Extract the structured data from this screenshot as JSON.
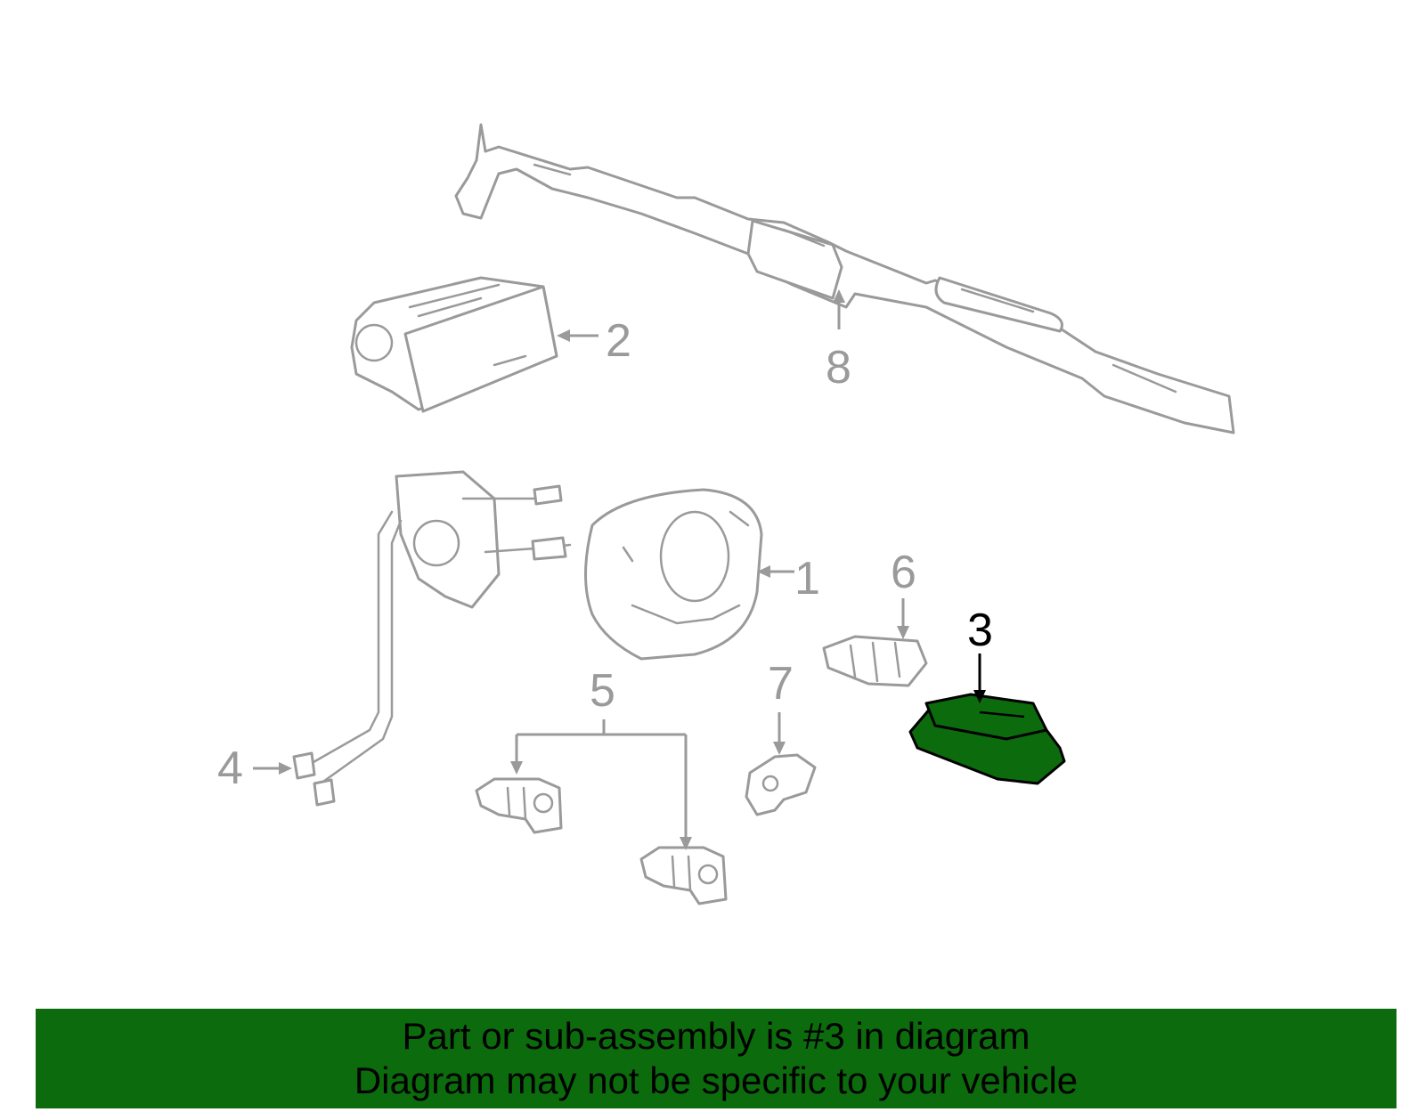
{
  "colors": {
    "part_outline": "#9a9a9a",
    "highlight_fill": "#0c6b0c",
    "highlight_outline": "#000000",
    "banner_background": "#0c6b0c",
    "banner_text": "#000000"
  },
  "callouts": [
    {
      "id": "1",
      "label": "1"
    },
    {
      "id": "2",
      "label": "2"
    },
    {
      "id": "3",
      "label": "3",
      "highlighted": true
    },
    {
      "id": "4",
      "label": "4"
    },
    {
      "id": "5",
      "label": "5"
    },
    {
      "id": "6",
      "label": "6"
    },
    {
      "id": "7",
      "label": "7"
    },
    {
      "id": "8",
      "label": "8"
    }
  ],
  "banner": {
    "line1": "Part or sub-assembly is #3 in diagram",
    "line2": "Diagram may not be specific to your vehicle"
  }
}
